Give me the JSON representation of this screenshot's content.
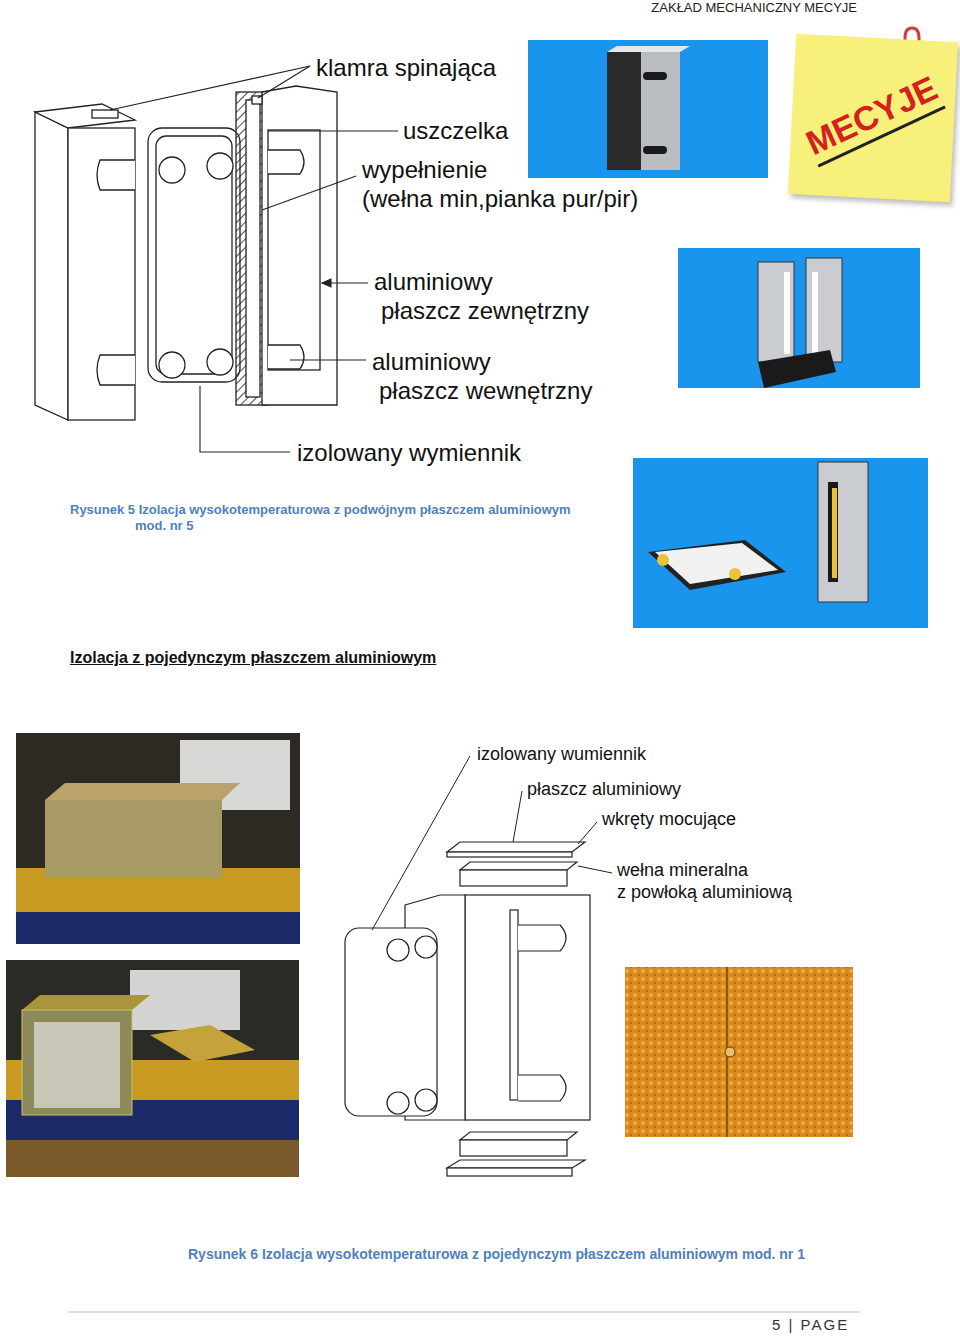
{
  "diagram": {
    "title": "Izolacja z pojedynczym płaszczem aluminiowym",
    "caption": "Rysunek 6 Izolacja wysokotemperaturowa z pojedynczym płaszczem aluminiowym mod. nr 1",
    "nodes": [
      {
        "text": [
          "MECYJE"
        ]
      }
    ],
    "labels": [
      "ZAKŁAD MECHANICZNY MECYJE",
      "klamra spinająca",
      "uszczelka",
      "wypełnienie (wełna min,pianka pur/pir)",
      "aluminiowy płaszcz zewnętrzny",
      "aluminiowy płaszcz wewnętrzny",
      "izolowany wymiennik",
      "Rysunek 5 Izolacja wysokotemperaturowa z podwójnym płaszczem aluminiowym mod. nr 5",
      "izolowany wumiennik",
      "płaszcz aluminiowy",
      "wkręty mocujące",
      "wełna mineralna z powłoką aluminiową",
      "5 | PAGE"
    ]
  }
}
